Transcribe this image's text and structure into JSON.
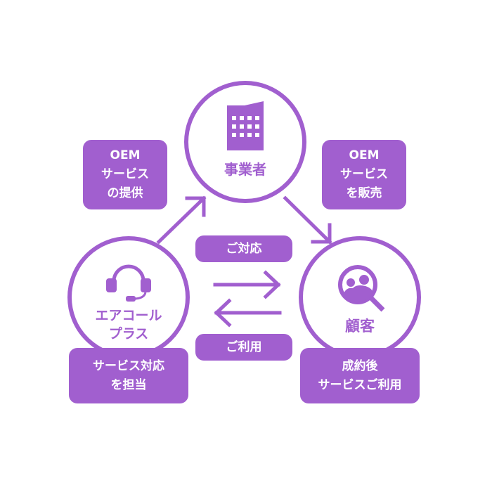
{
  "accent": "#a15fcf",
  "nodes": {
    "business": {
      "label": "事業者",
      "icon": "building-icon"
    },
    "aircall": {
      "label_line1": "エアコール",
      "label_line2": "プラス",
      "icon": "headset-icon"
    },
    "customer": {
      "label": "顧客",
      "icon": "customer-search-icon"
    }
  },
  "boxes": {
    "oem_provide": [
      "OEM",
      "サービス",
      "の提供"
    ],
    "oem_sell": [
      "OEM",
      "サービス",
      "を販売"
    ],
    "support": "ご対応",
    "use": "ご利用",
    "service_handling": [
      "サービス対応",
      "を担当"
    ],
    "after_contract": [
      "成約後",
      "サービスご利用"
    ]
  }
}
